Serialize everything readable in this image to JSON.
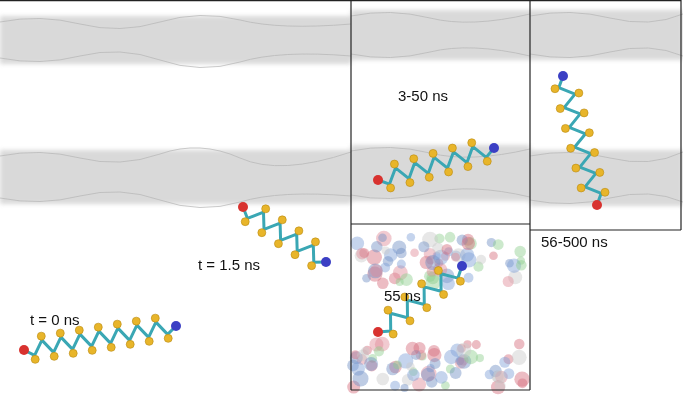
{
  "diagram": {
    "labels": [
      "t = 0 ns",
      "t = 1.5 ns",
      "3-50 ns",
      "55 ns",
      "56-500 ns"
    ]
  }
}
